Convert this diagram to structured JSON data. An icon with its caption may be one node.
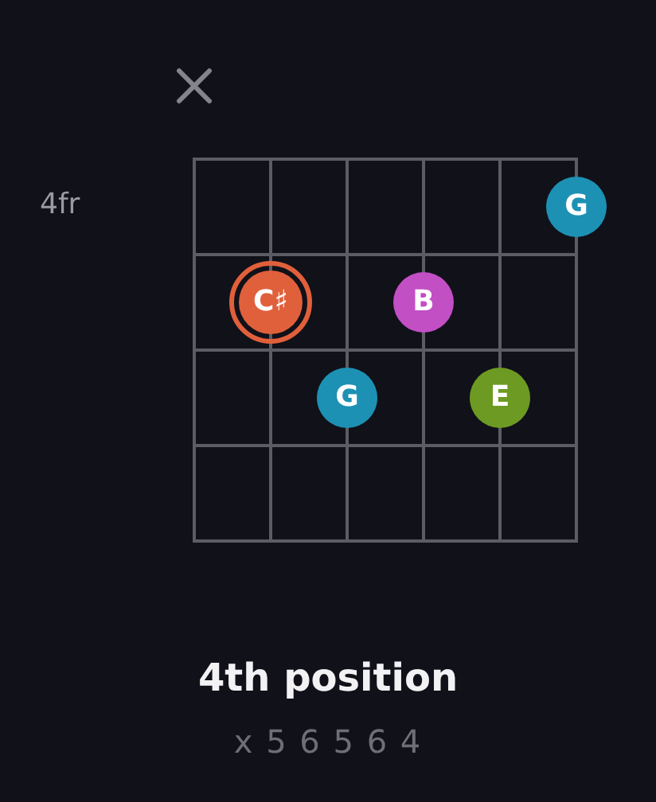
{
  "diagram": {
    "title": "4th position",
    "caption": "x 5 6 5 6 4",
    "nodes": [
      {
        "text": [
          "G"
        ]
      },
      {
        "text": [
          "C♯"
        ]
      },
      {
        "text": [
          "B"
        ]
      },
      {
        "text": [
          "G"
        ]
      },
      {
        "text": [
          "E"
        ]
      }
    ],
    "labels": [
      "4fr"
    ]
  }
}
